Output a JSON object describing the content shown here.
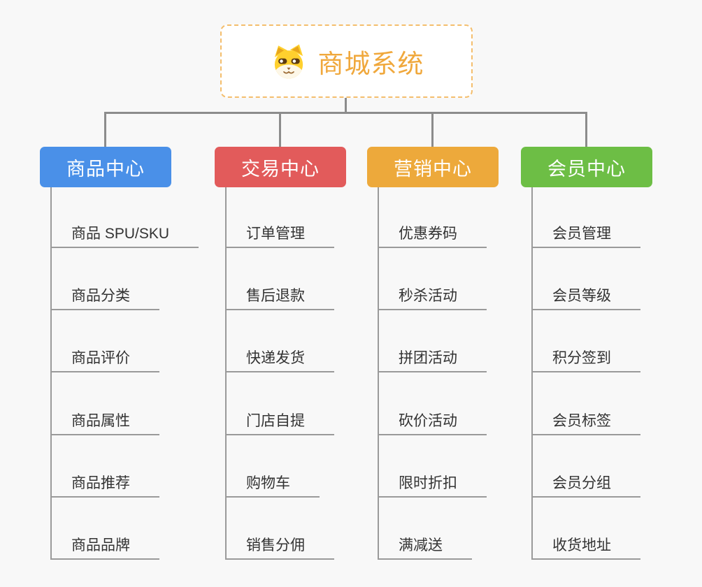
{
  "root": {
    "title": "商城系统",
    "icon": "dog-face-icon"
  },
  "branches": [
    {
      "label": "商品中心",
      "color": "#4a90e8",
      "items": [
        "商品 SPU/SKU",
        "商品分类",
        "商品评价",
        "商品属性",
        "商品推荐",
        "商品品牌"
      ]
    },
    {
      "label": "交易中心",
      "color": "#e25b5b",
      "items": [
        "订单管理",
        "售后退款",
        "快递发货",
        "门店自提",
        "购物车",
        "销售分佣"
      ]
    },
    {
      "label": "营销中心",
      "color": "#eda93b",
      "items": [
        "优惠券码",
        "秒杀活动",
        "拼团活动",
        "砍价活动",
        "限时折扣",
        "满减送"
      ]
    },
    {
      "label": "会员中心",
      "color": "#6dbe45",
      "items": [
        "会员管理",
        "会员等级",
        "积分签到",
        "会员标签",
        "会员分组",
        "收货地址"
      ]
    }
  ],
  "colors": {
    "background": "#f8f8f8",
    "connector": "#8c8c8c",
    "leaf_line": "#9a9a9a",
    "root_border": "#f4be6d",
    "root_title": "#f0a83c",
    "leaf_text": "#333333"
  }
}
